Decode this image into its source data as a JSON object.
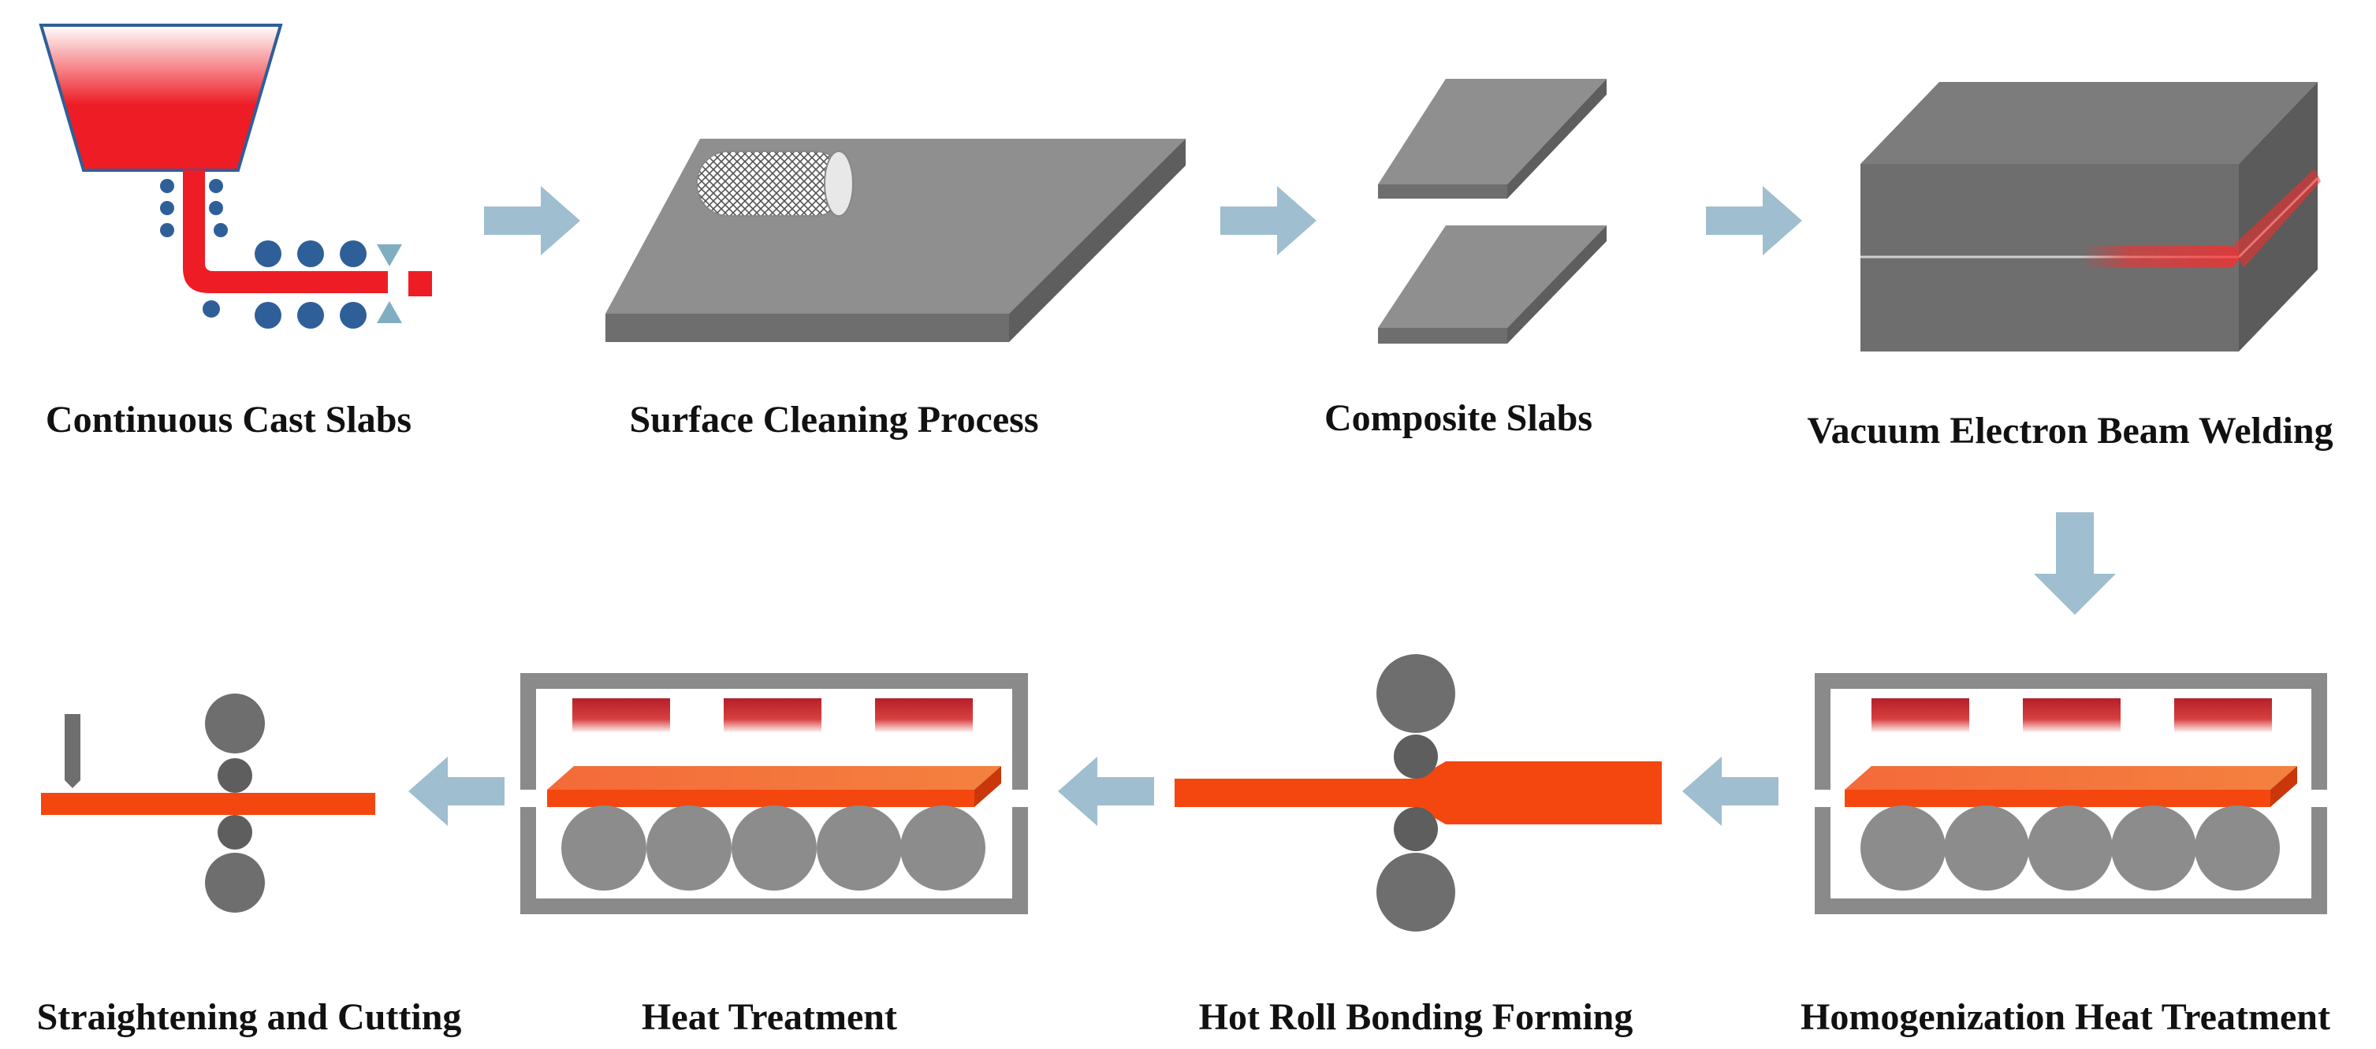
{
  "steps": [
    {
      "id": "continuous-cast-slabs",
      "label": "Continuous Cast Slabs"
    },
    {
      "id": "surface-cleaning-process",
      "label": "Surface Cleaning Process"
    },
    {
      "id": "composite-slabs",
      "label": "Composite Slabs"
    },
    {
      "id": "vacuum-electron-beam-welding",
      "label": "Vacuum Electron Beam Welding"
    },
    {
      "id": "homogenization-heat-treatment",
      "label": "Homogenization Heat Treatment"
    },
    {
      "id": "hot-roll-bonding-forming",
      "label": "Hot Roll Bonding Forming"
    },
    {
      "id": "heat-treatment",
      "label": "Heat Treatment"
    },
    {
      "id": "straightening-and-cutting",
      "label": "Straightening and Cutting"
    }
  ],
  "colors": {
    "molten_red": "#ee1c25",
    "caster_blue": "#2f5f99",
    "arrow": "#9fbecf",
    "steel_dark": "#6e6e6e",
    "steel_mid": "#7f7f7f",
    "steel_light": "#8f8f8f",
    "roll_gray": "#8c8c8c",
    "furnace_frame": "#8a8a8a",
    "heater_red": "#c0282e",
    "slab_orange": "#f4470f",
    "slab_orange_light": "#f46a3a",
    "roller_dark": "#5e5e5e",
    "roller_mid": "#707070"
  },
  "icons": {
    "caster": "continuous-caster-icon",
    "brush": "cleaning-brush-icon",
    "plate": "steel-plate-icon",
    "composite": "stacked-slabs-icon",
    "welding": "welded-block-icon",
    "furnace": "furnace-icon",
    "rolling_mill": "rolling-mill-icon",
    "cutter": "cutter-icon"
  }
}
